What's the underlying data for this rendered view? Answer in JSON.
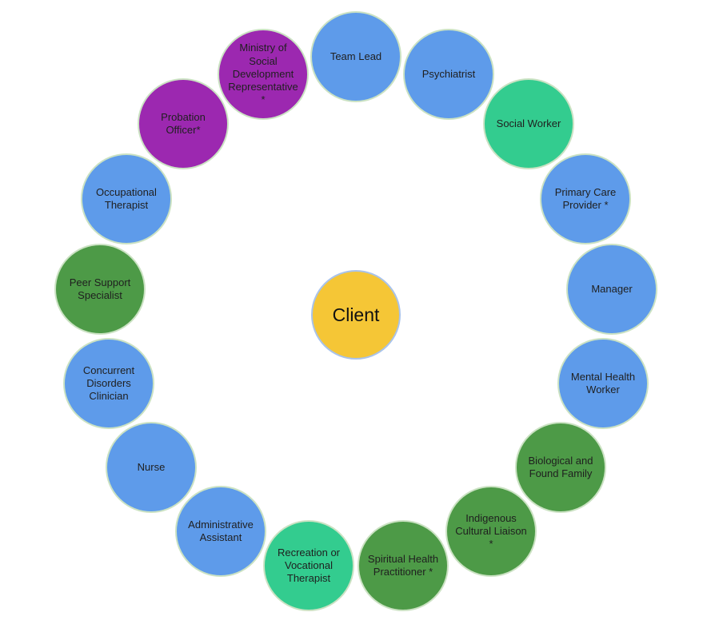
{
  "diagram": {
    "center": {
      "label": "Client",
      "color": "yellow"
    },
    "items": [
      {
        "label": "Team Lead",
        "color": "blue"
      },
      {
        "label": "Psychiatrist",
        "color": "blue"
      },
      {
        "label": "Social Worker",
        "color": "teal"
      },
      {
        "label": "Primary Care Provider *",
        "color": "blue"
      },
      {
        "label": "Manager",
        "color": "blue"
      },
      {
        "label": "Mental Health Worker",
        "color": "blue"
      },
      {
        "label": "Biological and Found Family",
        "color": "green"
      },
      {
        "label": "Indigenous Cultural Liaison *",
        "color": "green"
      },
      {
        "label": "Spiritual Health Practitioner *",
        "color": "green"
      },
      {
        "label": "Recreation or Vocational Therapist",
        "color": "teal"
      },
      {
        "label": "Administrative Assistant",
        "color": "blue"
      },
      {
        "label": "Nurse",
        "color": "blue"
      },
      {
        "label": "Concurrent Disorders Clinician",
        "color": "blue"
      },
      {
        "label": "Peer Support Specialist",
        "color": "green"
      },
      {
        "label": "Occupational Therapist",
        "color": "blue"
      },
      {
        "label": "Probation Officer*",
        "color": "purple"
      },
      {
        "label": "Ministry of Social Development Representative *",
        "color": "purple"
      }
    ],
    "colors": {
      "blue": "#5E9BEA",
      "teal": "#33CC8F",
      "green": "#4D9A47",
      "purple": "#9C28B0",
      "yellow": "#F5C636",
      "ring_border": "#CBE2C3",
      "center_border": "#A9C3EA",
      "text": "#1F1F1F"
    }
  }
}
